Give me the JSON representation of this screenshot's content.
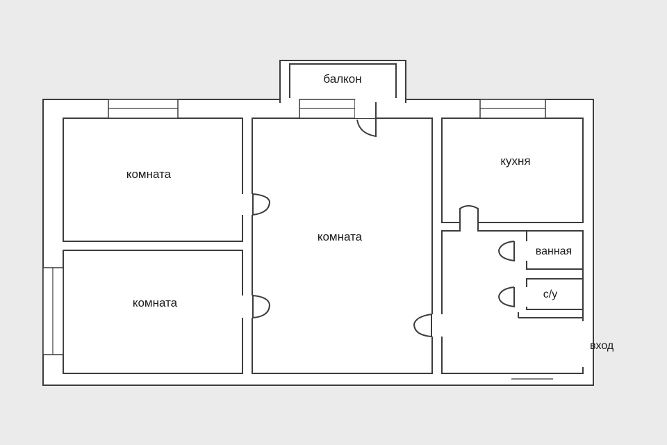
{
  "rooms": {
    "balcony": "балкон",
    "room_top_left": "комната",
    "room_center": "комната",
    "room_bottom_left": "комната",
    "kitchen": "кухня",
    "bathroom": "ванная",
    "toilet": "с/у"
  },
  "entrance": "вход"
}
